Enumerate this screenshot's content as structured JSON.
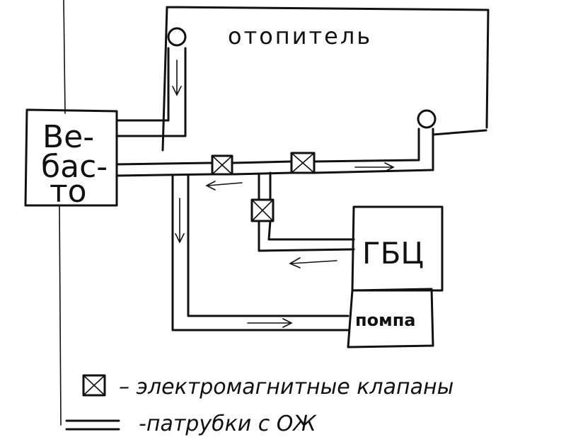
{
  "heater_label": "отопитель",
  "webasto_label": [
    "Ве-",
    "бас-",
    "то"
  ],
  "gbc_label": "ГБЦ",
  "pump_label": "помпа",
  "legend": {
    "valve_text": "– электромагнитные клапаны",
    "pipe_text": "-патрубки с ОЖ"
  }
}
